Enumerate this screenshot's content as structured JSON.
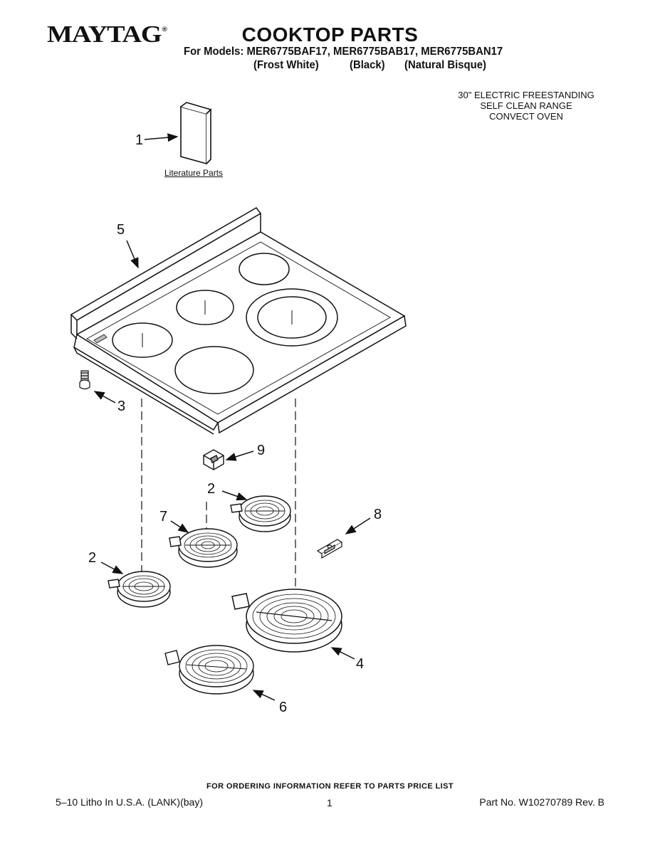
{
  "header": {
    "brand": "MAYTAG",
    "brand_mark": "®",
    "title": "COOKTOP PARTS",
    "models_line": "For Models: MER6775BAF17, MER6775BAB17, MER6775BAN17",
    "colors": [
      "(Frost White)",
      "(Black)",
      "(Natural Bisque)"
    ]
  },
  "description": [
    "30\" ELECTRIC FREESTANDING",
    "SELF CLEAN RANGE",
    "CONVECT OVEN"
  ],
  "literature_label": "Literature Parts",
  "callouts": {
    "c1": "1",
    "c2a": "2",
    "c2b": "2",
    "c3": "3",
    "c4": "4",
    "c5": "5",
    "c6": "6",
    "c7": "7",
    "c8": "8",
    "c9": "9"
  },
  "footer": {
    "ordering": "FOR ORDERING INFORMATION REFER TO PARTS PRICE LIST",
    "litho": "5–10 Litho In U.S.A. (LANK)(bay)",
    "page": "1",
    "part_no": "Part No. W10270789 Rev. B"
  },
  "colors": {
    "ink": "#111111",
    "background": "#ffffff"
  }
}
